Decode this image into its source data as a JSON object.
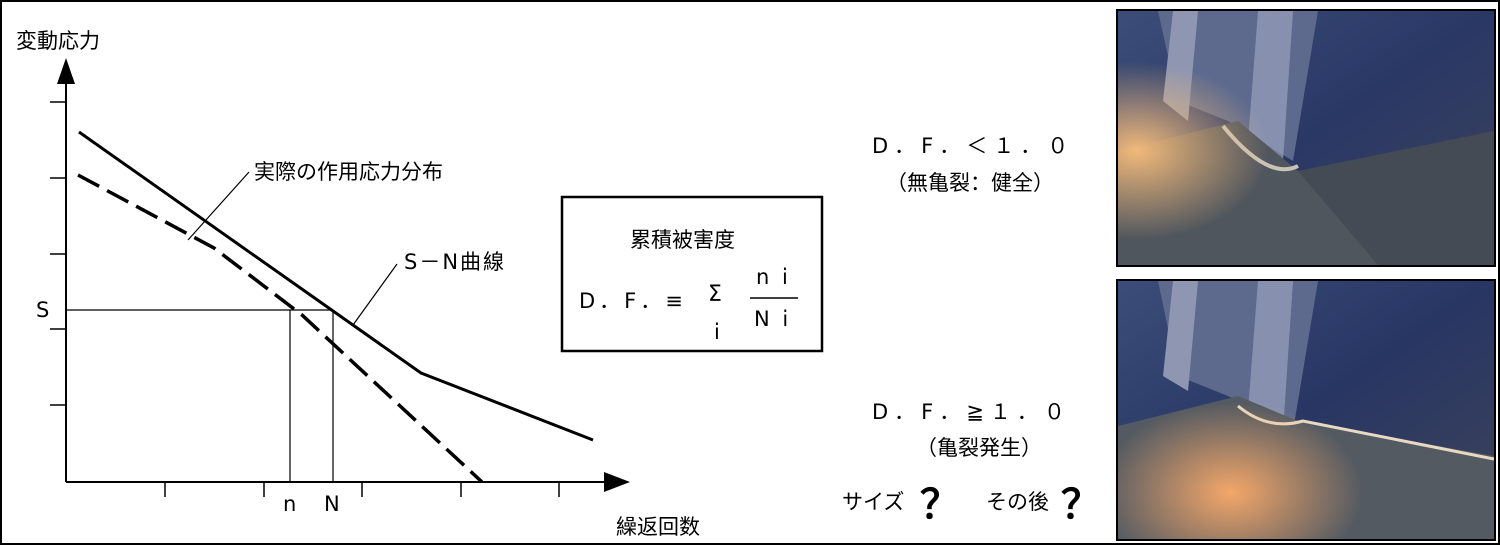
{
  "graph": {
    "y_axis_label": "変動応力",
    "x_axis_label": "繰返回数",
    "s_label": "S",
    "n_small_label": "n",
    "n_large_label": "N",
    "actual_stress_label": "実際の作用応力分布",
    "sn_curve_label": "S－N曲線"
  },
  "formula_box": {
    "title": "累積被害度",
    "lhs": "D．F．≡",
    "sigma": "Σ",
    "index": "i",
    "numerator": "n i",
    "denominator": "N i"
  },
  "cases": [
    {
      "condition": "D．F．＜１．０",
      "status": "（無亀裂：健全）"
    },
    {
      "condition": "D．F．≧１．０",
      "status": "（亀裂発生）"
    }
  ],
  "questions": [
    {
      "text": "サイズ",
      "mark": "？"
    },
    {
      "text": "その後",
      "mark": "？"
    }
  ]
}
